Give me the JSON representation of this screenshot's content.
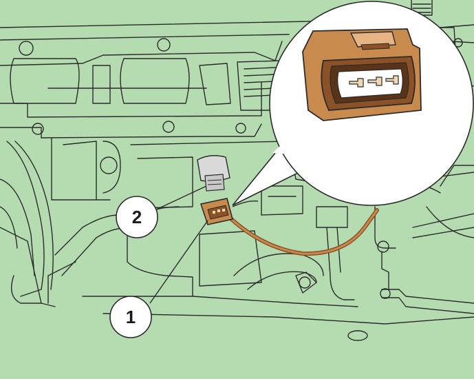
{
  "callouts": [
    {
      "id": "1",
      "label": "1"
    },
    {
      "id": "2",
      "label": "2"
    }
  ],
  "colors": {
    "background": "#b5dcb0",
    "line": "#2a2a2a",
    "connector": "#c98a4e",
    "connector_dark": "#8a5226",
    "callout_fill": "#ffffff"
  },
  "icons": {
    "connector": "three-pin-electrical-connector",
    "sensor": "sensor-body"
  }
}
